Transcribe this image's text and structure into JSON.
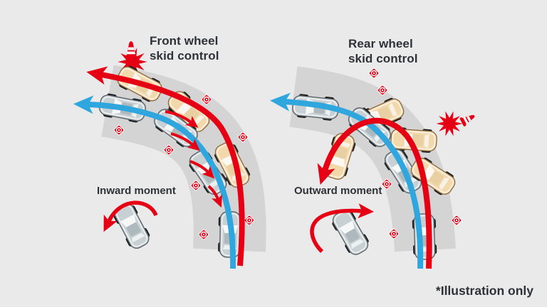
{
  "left_panel": {
    "title": "Front wheel skid control",
    "moment_label": "Inward moment",
    "path_meaning": {
      "red": "uncontrolled front-wheel skid drifting wide",
      "blue": "controlled path with skid control"
    }
  },
  "right_panel": {
    "title": "Rear wheel skid control",
    "moment_label": "Outward moment",
    "path_meaning": {
      "red": "uncontrolled rear-wheel skid spinning inward",
      "blue": "controlled path with skid control"
    }
  },
  "footnote": "*Illustration only",
  "colors": {
    "background": "#eaeaeb",
    "road": "#d4d4d5",
    "skid_path_red": "#e60014",
    "controlled_path_blue": "#2fa6de",
    "car_body_tan": "#f3d8ac",
    "car_body_gray": "#c8d0d4",
    "hazard_red": "#e60014",
    "text": "#2e3237"
  },
  "icons": {
    "crash_burst": "crash-burst-star",
    "traffic_cone": "upright-traffic-cone",
    "tipped_traffic_cone": "tipped-traffic-cone",
    "road_marker": "red-diamond-reflector-marker",
    "rotation_arrow": "curved-red-arrow"
  }
}
